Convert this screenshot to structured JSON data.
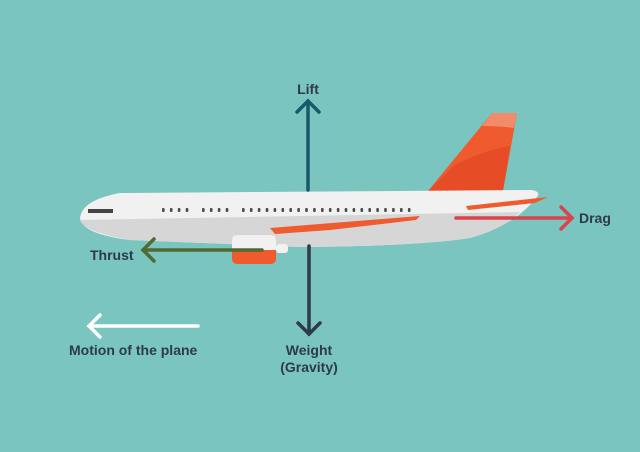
{
  "labels": {
    "lift": "Lift",
    "drag": "Drag",
    "thrust": "Thrust",
    "weight": "Weight",
    "gravity": "(Gravity)",
    "motion": "Motion of the plane"
  },
  "colors": {
    "background": "#7ac5bf",
    "lift_arrow": "#17586a",
    "weight_arrow": "#2e3a4a",
    "drag_arrow": "#d9434a",
    "thrust_arrow": "#4f6b32",
    "motion_arrow": "#ffffff",
    "plane_accent": "#ef5a2f"
  }
}
